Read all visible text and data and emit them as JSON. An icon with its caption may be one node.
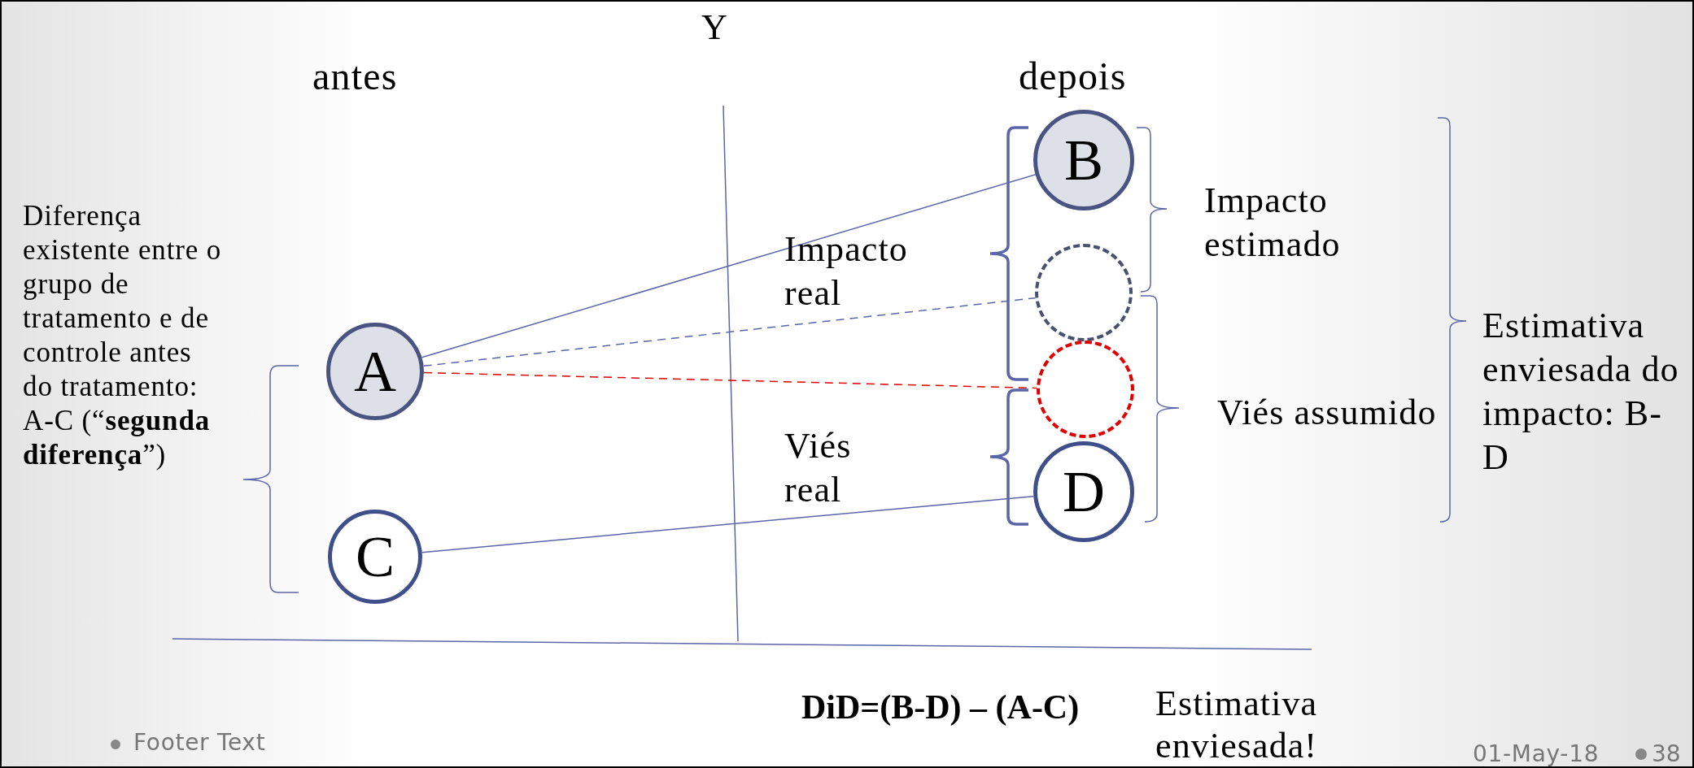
{
  "diagram": {
    "nodes": [
      {
        "text": [
          "A"
        ]
      },
      {
        "text": [
          "B"
        ]
      },
      {
        "text": [],
        "shape": "circle"
      },
      {
        "text": [],
        "shape": "circle"
      },
      {
        "text": [
          "D"
        ]
      },
      {
        "text": [
          "C"
        ]
      }
    ],
    "edges": [
      {
        "from": 0,
        "to": 1,
        "arrow": "none"
      },
      {
        "from": 0,
        "to": 2,
        "arrow": "none",
        "style": "dashed"
      },
      {
        "from": 0,
        "to": 3,
        "arrow": "none",
        "style": "dashed",
        "color": "#e00000"
      },
      {
        "from": 5,
        "to": 4,
        "arrow": "none"
      }
    ],
    "labels": [
      "Y",
      "antes",
      "depois",
      "Diferença existente entre o grupo de tratamento e de controle antes do tratamento: A-C (“**segunda diferença**”)",
      "Impacto real",
      "Impacto estimado",
      "Viés assumido",
      "Viés real",
      "Estimativa enviesada do impacto: B-D",
      "DiD=(B-D) – (A-C)",
      "Estimativa enviesada!",
      "Footer Text",
      "01-May-18",
      "38"
    ]
  }
}
